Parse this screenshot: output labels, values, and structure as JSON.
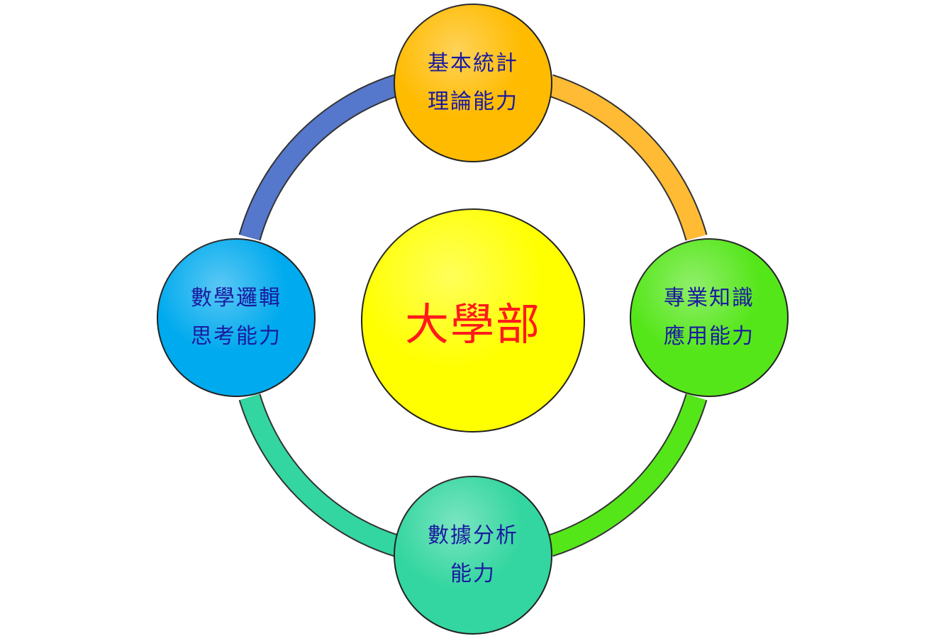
{
  "center": {
    "label": "大學部",
    "color": "#ffff00",
    "text_color": "#ff1a1a"
  },
  "nodes": [
    {
      "id": "top",
      "line1": "基本統計",
      "line2": "理論能力",
      "color": "#ffbb00"
    },
    {
      "id": "right",
      "line1": "專業知識",
      "line2": "應用能力",
      "color": "#55e61a"
    },
    {
      "id": "bottom",
      "line1": "數據分析",
      "line2": "能力",
      "color": "#33d6a0"
    },
    {
      "id": "left",
      "line1": "數學邏輯",
      "line2": "思考能力",
      "color": "#00aaee"
    }
  ],
  "arcs": [
    {
      "from": "top",
      "to": "right",
      "color": "#ffbb33"
    },
    {
      "from": "right",
      "to": "bottom",
      "color": "#55e61a"
    },
    {
      "from": "bottom",
      "to": "left",
      "color": "#33d6a0"
    },
    {
      "from": "left",
      "to": "top",
      "color": "#5577cc"
    }
  ],
  "node_text_color": "#1a1aa0"
}
